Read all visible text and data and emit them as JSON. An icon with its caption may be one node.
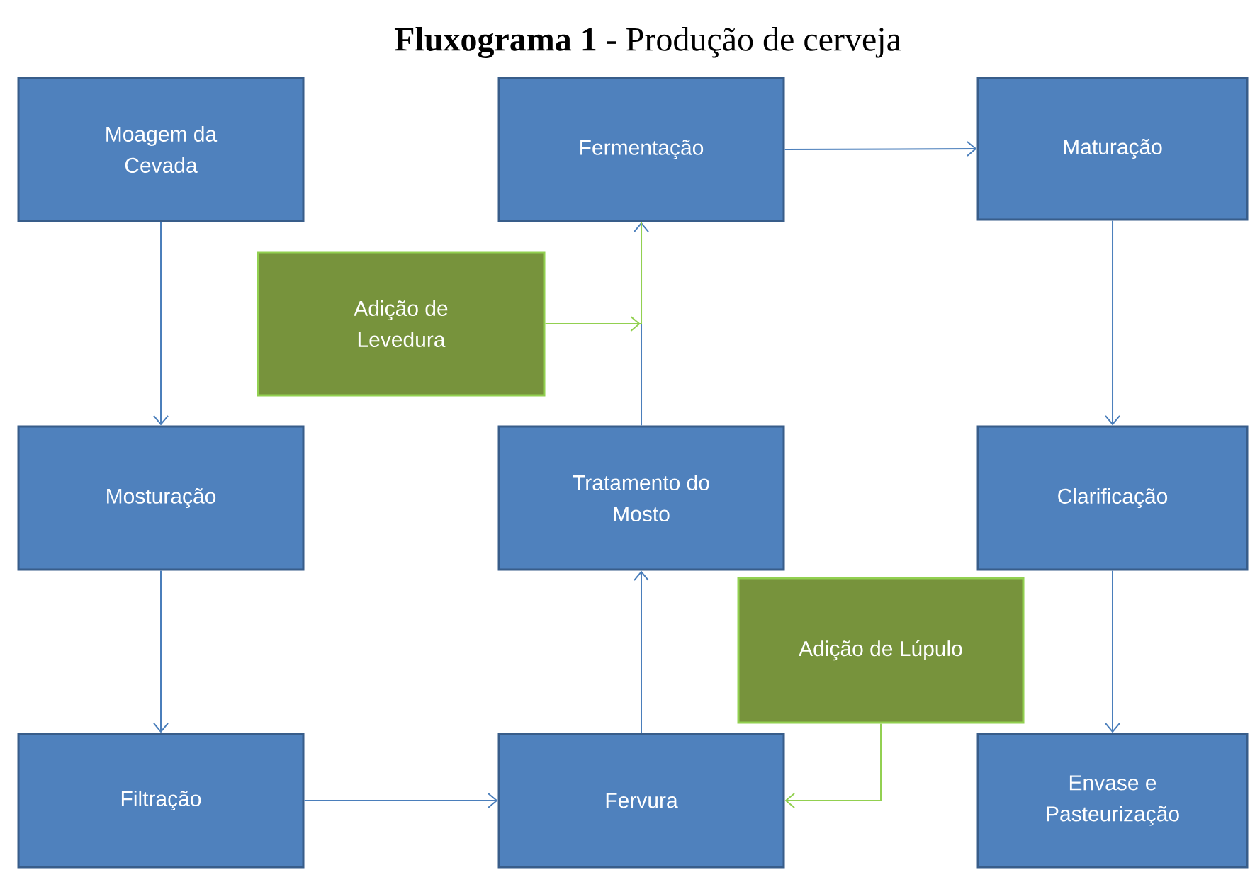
{
  "diagram": {
    "title": "**Fluxograma 1** - Produção de cerveja",
    "nodes": [
      {
        "text": [
          "Moagem da Cevada"
        ]
      },
      {
        "text": [
          "Fermentação"
        ]
      },
      {
        "text": [
          "Maturação"
        ]
      },
      {
        "text": [
          "Adição de Levedura"
        ]
      },
      {
        "text": [
          "Mosturação"
        ]
      },
      {
        "text": [
          "Tratamento do Mosto"
        ]
      },
      {
        "text": [
          "Clarificação"
        ]
      },
      {
        "text": [
          "Adição de Lúpulo"
        ]
      },
      {
        "text": [
          "Filtração"
        ]
      },
      {
        "text": [
          "Fervura"
        ]
      },
      {
        "text": [
          "Envase e Pasteurização"
        ]
      }
    ],
    "edges": [
      {
        "from": 0,
        "to": 4,
        "arrow": "to"
      },
      {
        "from": 4,
        "to": 8,
        "arrow": "to"
      },
      {
        "from": 8,
        "to": 9,
        "arrow": "to"
      },
      {
        "from": 9,
        "to": 5,
        "arrow": "to"
      },
      {
        "from": 5,
        "to": 1,
        "arrow": "to"
      },
      {
        "from": 3,
        "to": 1,
        "arrow": "to",
        "color": "#92d050"
      },
      {
        "from": 1,
        "to": 2,
        "arrow": "to"
      },
      {
        "from": 2,
        "to": 6,
        "arrow": "to"
      },
      {
        "from": 6,
        "to": 10,
        "arrow": "to"
      },
      {
        "from": 7,
        "to": 9,
        "arrow": "to",
        "color": "#92d050"
      }
    ]
  }
}
